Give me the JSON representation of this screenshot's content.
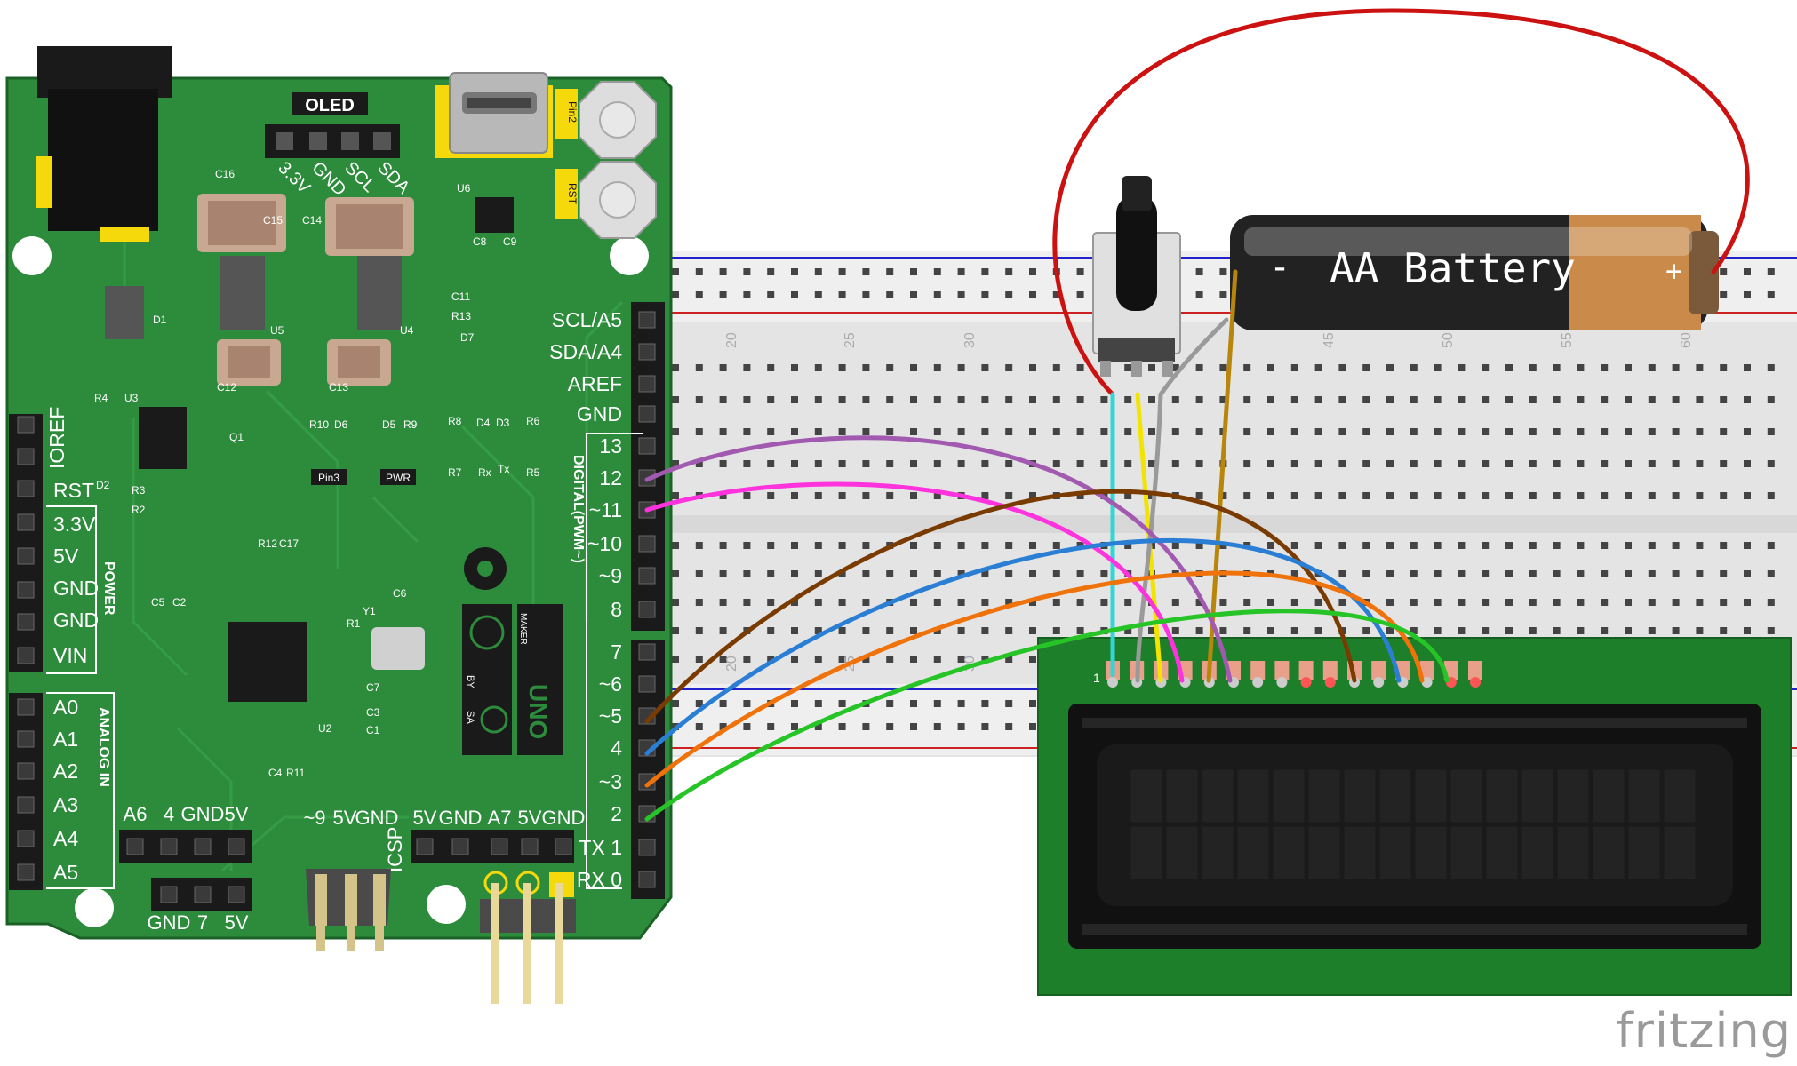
{
  "board": {
    "oled_title": "OLED",
    "oled_pins": [
      "3.3V",
      "GND",
      "SCL",
      "SDA"
    ],
    "side_buttons": [
      "Pin2",
      "RST"
    ],
    "digital_pins": [
      "SCL/A5",
      "SDA/A4",
      "AREF",
      "GND",
      "13",
      "12",
      "~11",
      "~10",
      "~9",
      "8",
      "7",
      "~6",
      "~5",
      "4",
      "~3",
      "2",
      "TX 1",
      "RX 0"
    ],
    "digital_caption": "DIGITAL(PWM~)",
    "power_pins": [
      "IOREF",
      "RST",
      "3.3V",
      "5V",
      "GND",
      "GND",
      "VIN"
    ],
    "power_caption": "POWER",
    "analog_pins": [
      "A0",
      "A1",
      "A2",
      "A3",
      "A4",
      "A5"
    ],
    "analog_caption": "ANALOG IN",
    "bottom_header_1": [
      "A6",
      "4",
      "GND",
      "5V"
    ],
    "bottom_header_2": [
      "GND",
      "7",
      "5V"
    ],
    "bottom_header_3": [
      "~9",
      "5V",
      "GND"
    ],
    "bottom_header_4": [
      "5V",
      "GND",
      "A7",
      "5V",
      "GND"
    ],
    "icsp_label": "ICSP",
    "components": [
      "C16",
      "C15",
      "C14",
      "U6",
      "C8",
      "C9",
      "C11",
      "R13",
      "D7",
      "D1",
      "U5",
      "U4",
      "C12",
      "C13",
      "R4",
      "U3",
      "D2",
      "Q1",
      "R3",
      "R2",
      "R10",
      "D6",
      "D5",
      "R9",
      "R8",
      "D4",
      "D3",
      "R6",
      "R7",
      "Rx",
      "Tx",
      "R5",
      "R12",
      "C17",
      "C5",
      "C2",
      "R1",
      "Y1",
      "C6",
      "C7",
      "C3",
      "C1",
      "U2",
      "C4",
      "R11"
    ],
    "pin3_label": "Pin3",
    "pwr_label": "PWR",
    "uno_label": "UNO",
    "by_label": "BY",
    "sa_label": "SA",
    "maker_label": "MAKER"
  },
  "battery": {
    "label": "AA Battery",
    "minus": "-",
    "plus": "+"
  },
  "breadboard": {
    "col_numbers": [
      "20",
      "25",
      "30",
      "45",
      "50",
      "55",
      "60"
    ],
    "lower_numbers": [
      "20",
      "25",
      "30"
    ]
  },
  "lcd": {
    "pin1_label": "1",
    "rows": 2,
    "cols": 16
  },
  "wire_colors": {
    "red": "#cc1111",
    "purple": "#a259b0",
    "magenta": "#ff33dd",
    "brown": "#7a3b00",
    "blue": "#2a7fd4",
    "orange": "#f0720a",
    "green": "#27c427",
    "cyan": "#33d6d6",
    "yellow": "#f2e300",
    "gray": "#9a9a9a",
    "ochre": "#b8860b"
  },
  "watermark": "fritzing"
}
